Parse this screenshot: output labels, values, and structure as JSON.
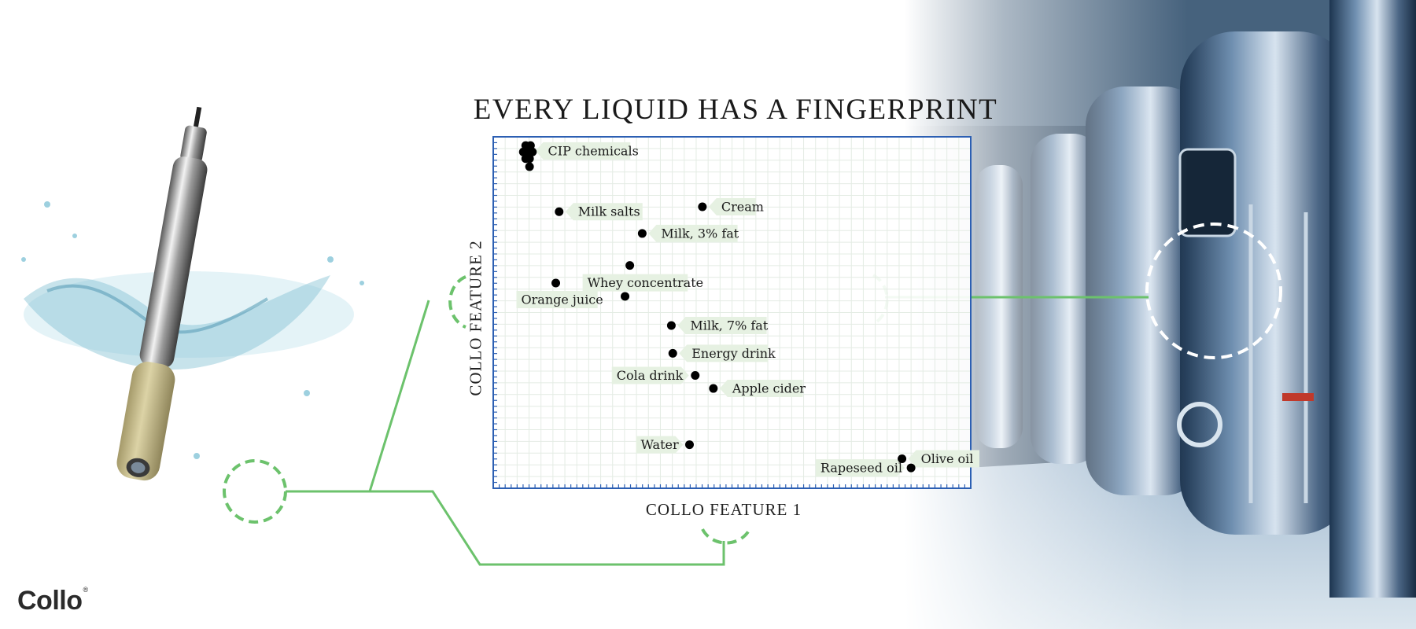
{
  "brand": {
    "logo_text": "Collo",
    "logo_mark": "®"
  },
  "colors": {
    "accent_green": "#6cc26c",
    "axis_blue": "#2c5fb3",
    "label_bg": "#e6f1e2",
    "point": "#000000"
  },
  "illustration": {
    "left": "sensor-probe-splash-icon",
    "right": "steel-tank-plant-icon"
  },
  "chart_data": {
    "type": "scatter",
    "title": "EVERY LIQUID HAS A FINGERPRINT",
    "xlabel": "COLLO FEATURE 1",
    "ylabel": "COLLO FEATURE 2",
    "xlim": [
      0,
      100
    ],
    "ylim": [
      0,
      100
    ],
    "grid": true,
    "legend": "none",
    "points": [
      {
        "label": "CIP chemicals",
        "x": 7.5,
        "y": 96,
        "label_side": "right",
        "cluster": [
          [
            6.8,
            97.5
          ],
          [
            7.8,
            97.5
          ],
          [
            6.3,
            95.7
          ],
          [
            7.2,
            95.7
          ],
          [
            8.2,
            95.7
          ],
          [
            6.8,
            93.8
          ],
          [
            7.6,
            93.8
          ],
          [
            7.6,
            91.5
          ]
        ]
      },
      {
        "label": "Milk salts",
        "x": 13.8,
        "y": 78.7,
        "label_side": "right"
      },
      {
        "label": "Cream",
        "x": 43.8,
        "y": 80.1,
        "label_side": "right"
      },
      {
        "label": "Milk, 3% fat",
        "x": 31.2,
        "y": 72.5,
        "label_side": "right"
      },
      {
        "label": "Whey concentrate",
        "x": 28.6,
        "y": 63.4,
        "label_side": "right_below"
      },
      {
        "label": "Orange juice",
        "x": 13.1,
        "y": 58.4,
        "label_side": "below_left"
      },
      {
        "label": "",
        "x": 27.6,
        "y": 54.6,
        "label_side": "none"
      },
      {
        "label": "Milk, 7% fat",
        "x": 37.3,
        "y": 46.3,
        "label_side": "right"
      },
      {
        "label": "Energy drink",
        "x": 37.6,
        "y": 38.4,
        "label_side": "right"
      },
      {
        "label": "Cola drink",
        "x": 42.3,
        "y": 32.1,
        "label_side": "left"
      },
      {
        "label": "Apple cider",
        "x": 46.1,
        "y": 28.4,
        "label_side": "right"
      },
      {
        "label": "Water",
        "x": 41.1,
        "y": 12.4,
        "label_side": "left"
      },
      {
        "label": "Olive oil",
        "x": 85.6,
        "y": 8.4,
        "label_side": "right"
      },
      {
        "label": "Rapeseed oil",
        "x": 87.5,
        "y": 5.8,
        "label_side": "left"
      }
    ]
  }
}
